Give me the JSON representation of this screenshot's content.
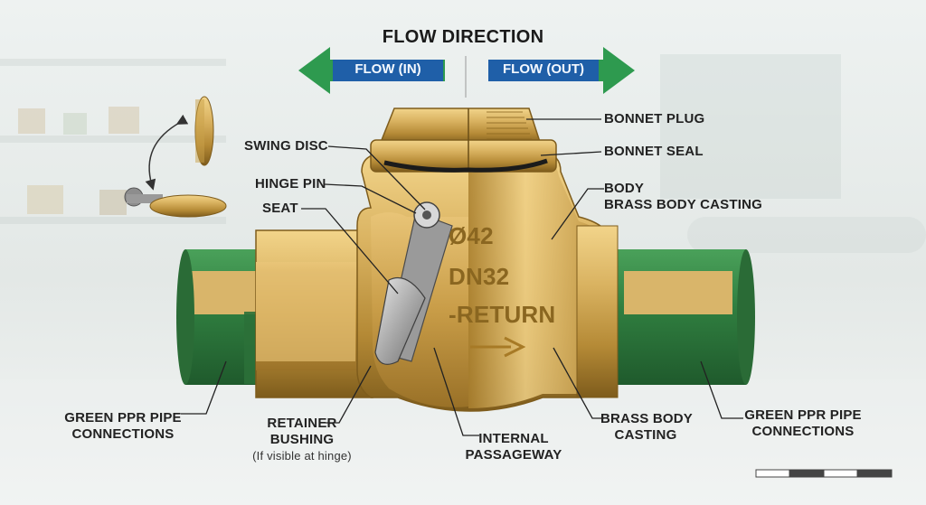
{
  "title": "FLOW DIRECTION",
  "flow_in": "FLOW (IN)",
  "flow_out": "FLOW (OUT)",
  "body_marking": {
    "line1": "Ø42",
    "line2": "DN32",
    "line3": "-RETURN"
  },
  "labels": {
    "bonnet_plug": "BONNET PLUG",
    "bonnet_seal": "BONNET SEAL",
    "body": "BODY",
    "brass_body_casting_upper": "BRASS BODY CASTING",
    "swing_disc": "SWING DISC",
    "hinge_pin": "HINGE PIN",
    "seat": "SEAT",
    "green_ppr_left_1": "GREEN PPR PIPE",
    "green_ppr_left_2": "CONNECTIONS",
    "retainer_1": "RETAINER",
    "retainer_2": "BUSHING",
    "retainer_note": "(If visible at hinge)",
    "internal_1": "INTERNAL",
    "internal_2": "PASSAGEWAY",
    "brass_body_1": "BRASS BODY",
    "brass_body_2": "CASTING",
    "green_ppr_right_1": "GREEN PPR PIPE",
    "green_ppr_right_2": "CONNECTIONS"
  },
  "colors": {
    "brass": "#c9a24a",
    "brass_dark": "#8a6620",
    "pipe_green": "#2f7d3f",
    "arrow_green": "#2e9a4f",
    "arrow_blue": "#1f5fa8"
  }
}
